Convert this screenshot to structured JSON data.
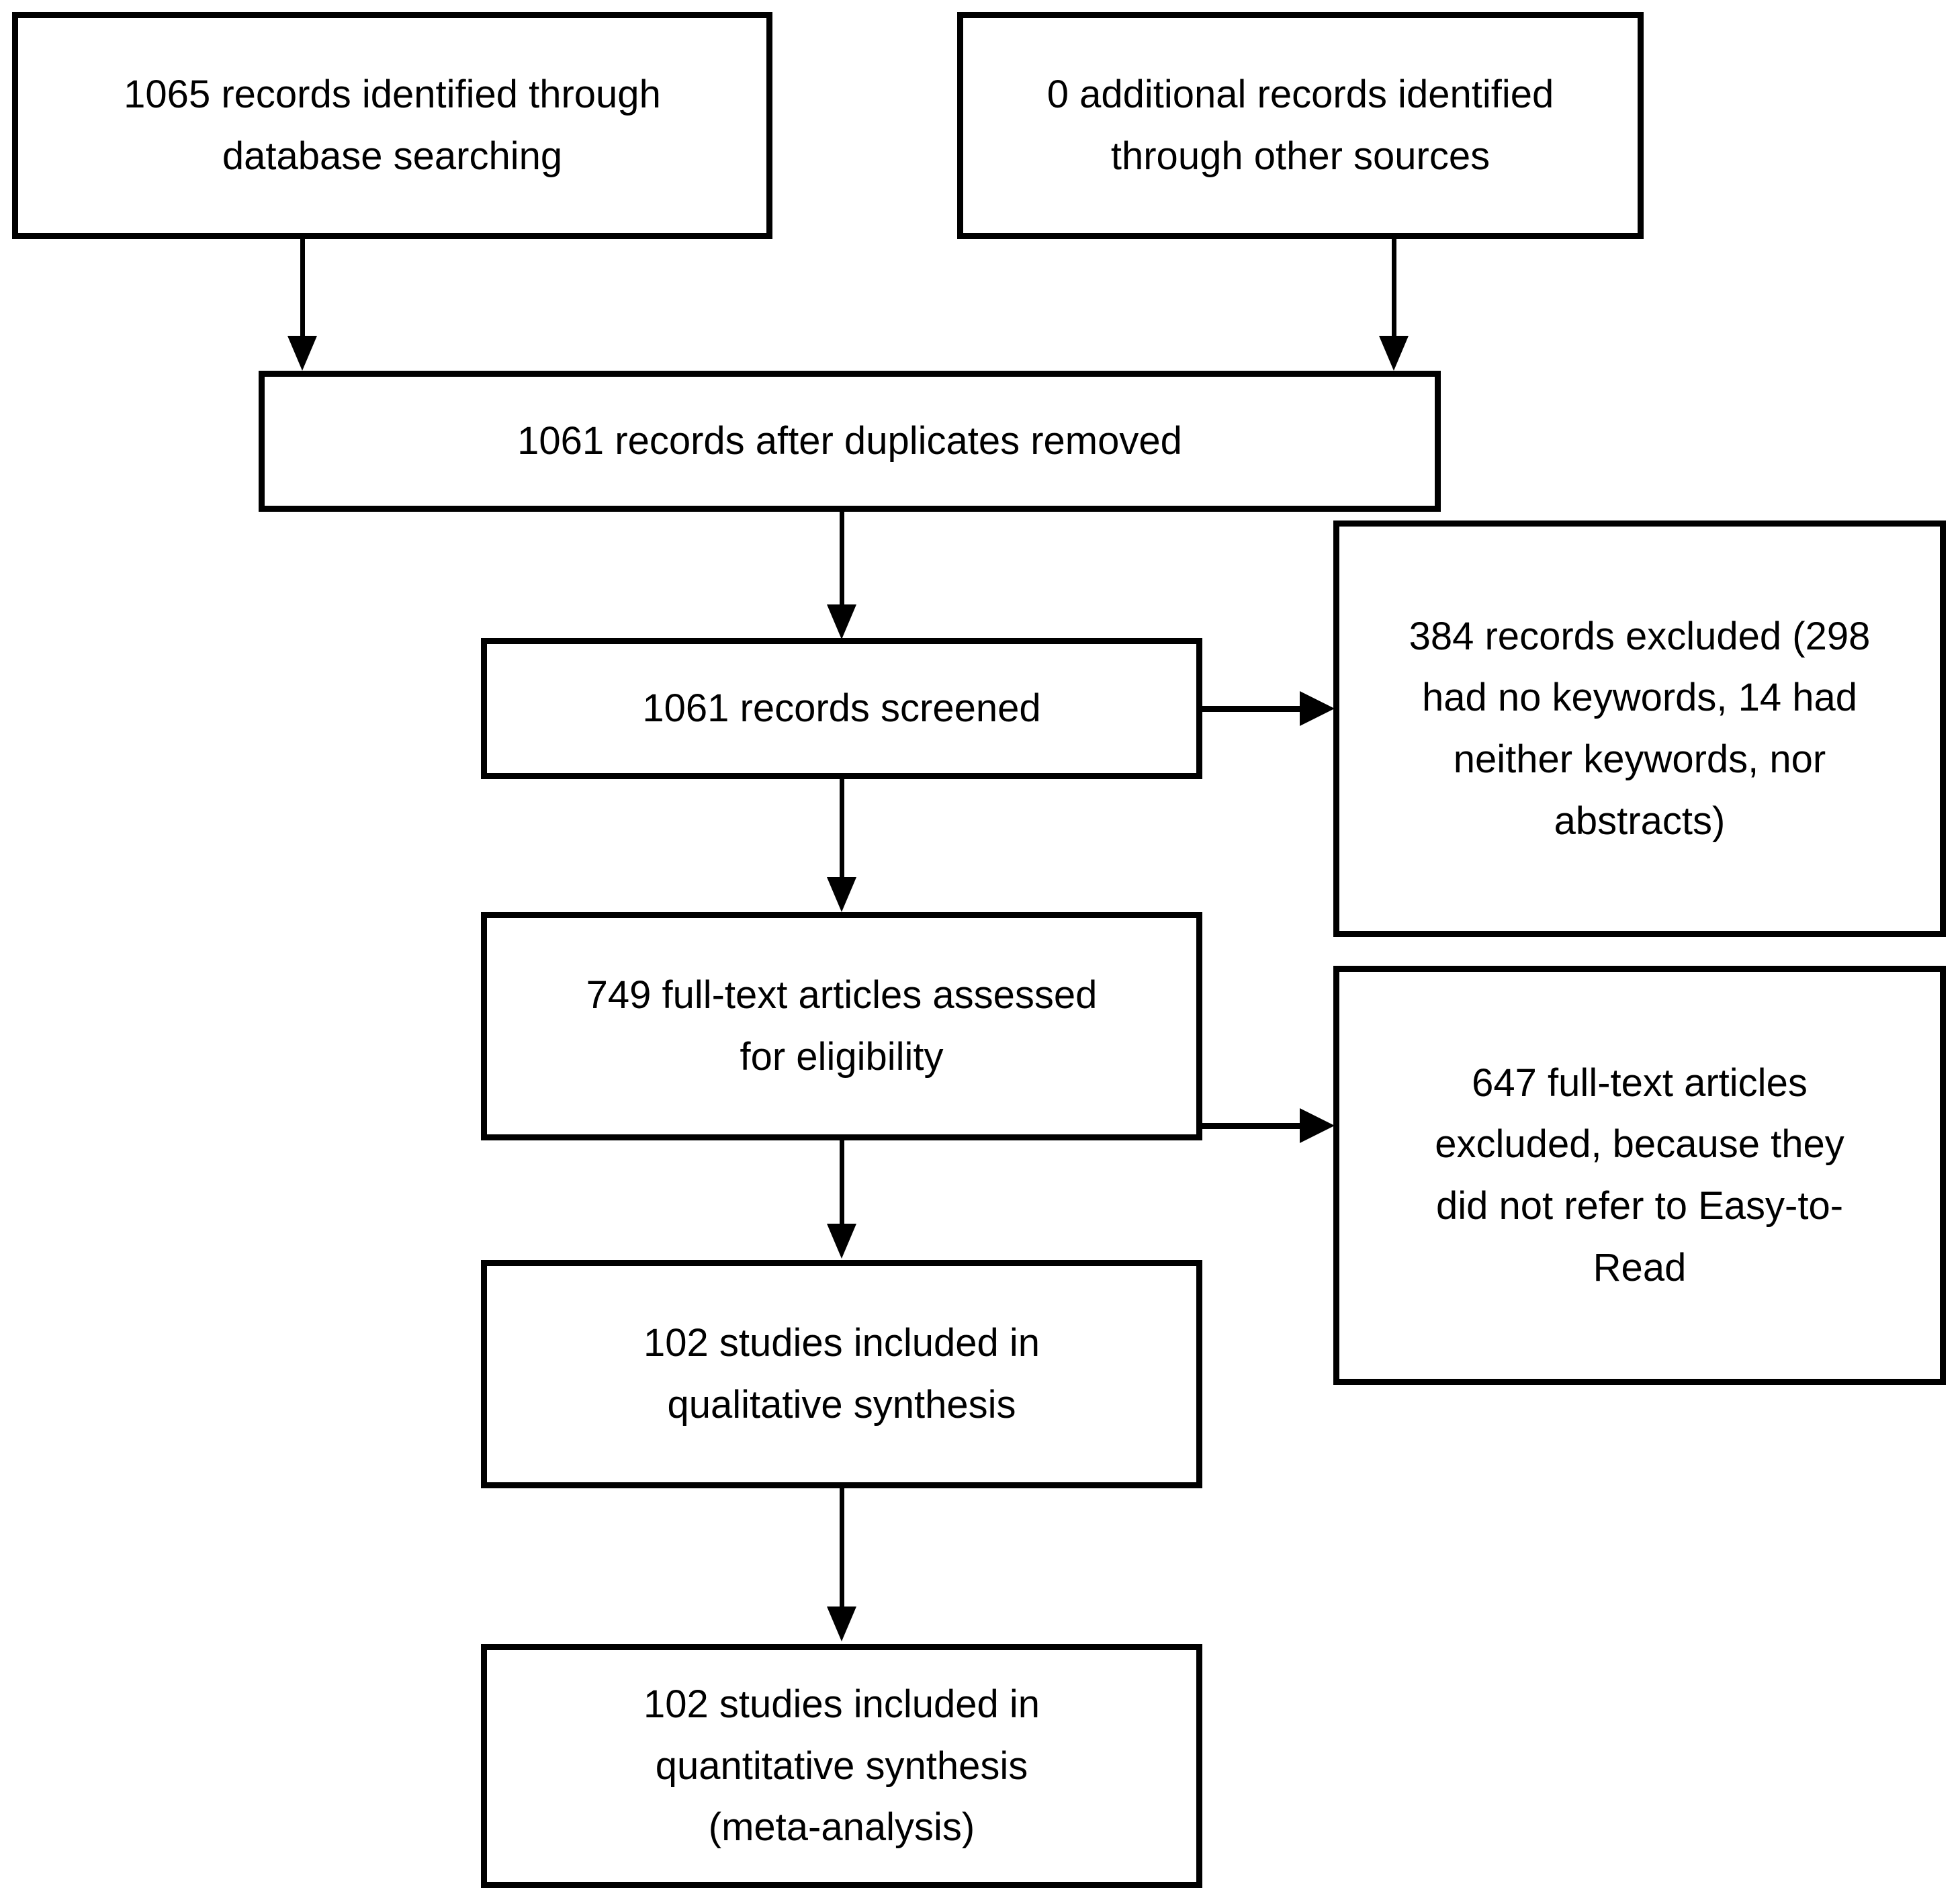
{
  "diagram": {
    "title": "PRISMA study selection flow diagram",
    "type": "flowchart",
    "background_color": "#ffffff",
    "line_color": "#000000",
    "nodes": {
      "database_search": {
        "lines": [
          "1065 records identified through",
          "database searching"
        ],
        "count": 1065
      },
      "other_sources": {
        "lines": [
          "0 additional records identified",
          "through other sources"
        ],
        "count": 0
      },
      "duplicates_removed": {
        "lines": [
          "1061 records after duplicates removed"
        ],
        "count": 1061
      },
      "records_screened": {
        "lines": [
          "1061 records screened"
        ],
        "count": 1061
      },
      "records_excluded": {
        "lines": [
          "384 records excluded (298",
          "had no keywords, 14 had",
          "neither keywords, nor",
          "abstracts)"
        ],
        "count": 384
      },
      "fulltext_assessed": {
        "lines": [
          "749 full-text articles assessed",
          "for eligibility"
        ],
        "count": 749
      },
      "fulltext_excluded": {
        "lines": [
          "647 full-text articles",
          "excluded, because they",
          "did not refer to Easy-to-",
          "Read"
        ],
        "count": 647
      },
      "qualitative_synthesis": {
        "lines": [
          "102 studies included in",
          "qualitative synthesis"
        ],
        "count": 102
      },
      "quantitative_synthesis": {
        "lines": [
          "102 studies included in",
          "quantitative synthesis",
          "(meta-analysis)"
        ],
        "count": 102
      }
    },
    "edges": [
      {
        "from": "database_search",
        "to": "duplicates_removed",
        "direction": "down"
      },
      {
        "from": "other_sources",
        "to": "duplicates_removed",
        "direction": "down"
      },
      {
        "from": "duplicates_removed",
        "to": "records_screened",
        "direction": "down"
      },
      {
        "from": "records_screened",
        "to": "records_excluded",
        "direction": "right"
      },
      {
        "from": "records_screened",
        "to": "fulltext_assessed",
        "direction": "down"
      },
      {
        "from": "fulltext_assessed",
        "to": "fulltext_excluded",
        "direction": "right"
      },
      {
        "from": "fulltext_assessed",
        "to": "qualitative_synthesis",
        "direction": "down"
      },
      {
        "from": "qualitative_synthesis",
        "to": "quantitative_synthesis",
        "direction": "down"
      }
    ]
  }
}
